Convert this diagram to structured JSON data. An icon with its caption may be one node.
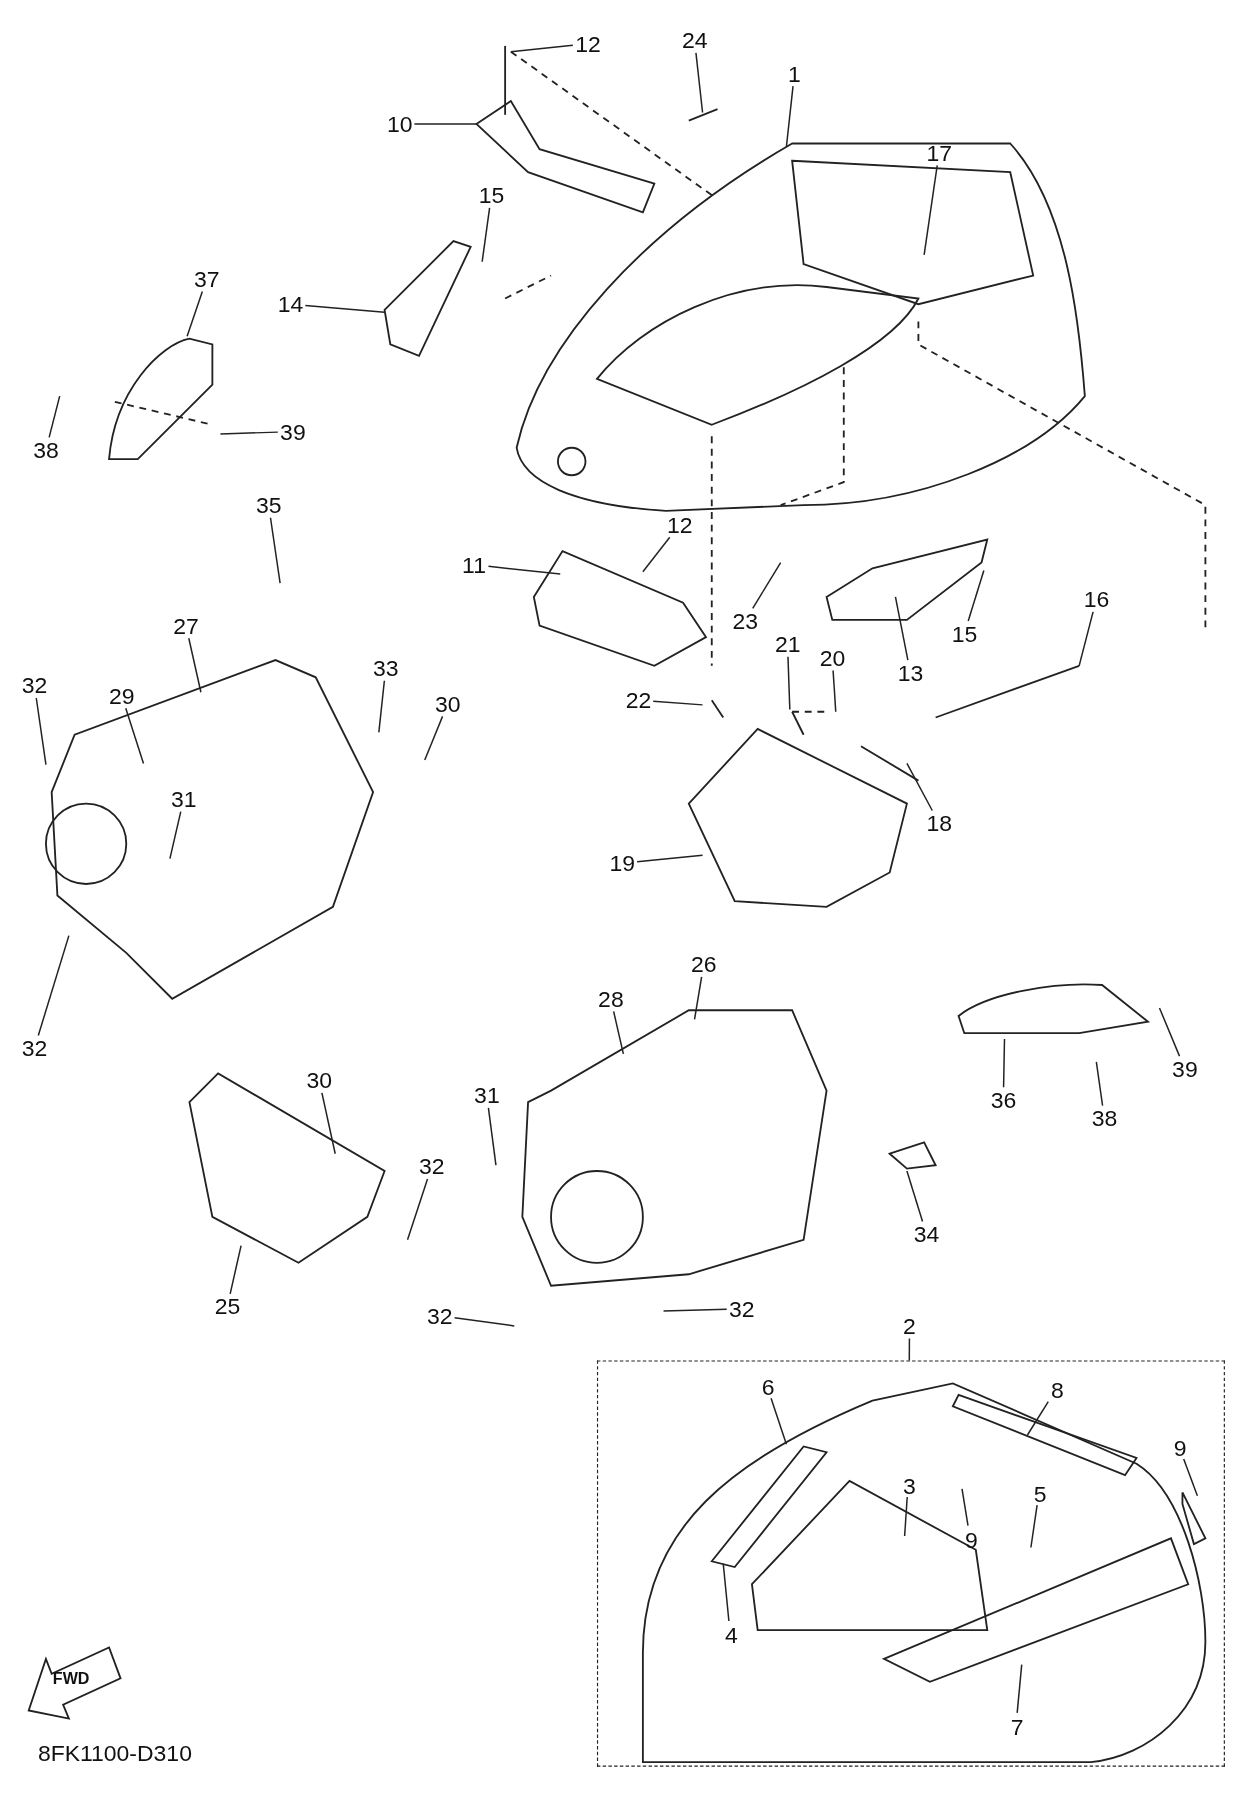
{
  "diagram": {
    "nodes": [
      {
        "text": [
          "12"
        ]
      },
      {
        "text": [
          "24"
        ]
      },
      {
        "text": [
          "1"
        ]
      },
      {
        "text": [
          "10"
        ]
      },
      {
        "text": [
          "17"
        ]
      },
      {
        "text": [
          "15"
        ]
      },
      {
        "text": [
          "37"
        ]
      },
      {
        "text": [
          "14"
        ]
      },
      {
        "text": [
          "39"
        ]
      },
      {
        "text": [
          "38"
        ]
      },
      {
        "text": [
          "35"
        ]
      },
      {
        "text": [
          "12"
        ]
      },
      {
        "text": [
          "11"
        ]
      },
      {
        "text": [
          "16"
        ]
      },
      {
        "text": [
          "23"
        ]
      },
      {
        "text": [
          "27"
        ]
      },
      {
        "text": [
          "15"
        ]
      },
      {
        "text": [
          "21"
        ]
      },
      {
        "text": [
          "20"
        ]
      },
      {
        "text": [
          "33"
        ]
      },
      {
        "text": [
          "13"
        ]
      },
      {
        "text": [
          "32"
        ]
      },
      {
        "text": [
          "29"
        ]
      },
      {
        "text": [
          "22"
        ]
      },
      {
        "text": [
          "30"
        ]
      },
      {
        "text": [
          "31"
        ]
      },
      {
        "text": [
          "18"
        ]
      },
      {
        "text": [
          "19"
        ]
      },
      {
        "text": [
          "26"
        ]
      },
      {
        "text": [
          "28"
        ]
      },
      {
        "text": [
          "32"
        ]
      },
      {
        "text": [
          "39"
        ]
      },
      {
        "text": [
          "30"
        ]
      },
      {
        "text": [
          "31"
        ]
      },
      {
        "text": [
          "36"
        ]
      },
      {
        "text": [
          "38"
        ]
      },
      {
        "text": [
          "32"
        ]
      },
      {
        "text": [
          "34"
        ]
      },
      {
        "text": [
          "25"
        ]
      },
      {
        "text": [
          "32"
        ]
      },
      {
        "text": [
          "32"
        ]
      },
      {
        "text": [
          "2"
        ]
      },
      {
        "text": [],
        "shape": "box"
      },
      {
        "text": [
          "6"
        ],
        "in": 42
      },
      {
        "text": [
          "8"
        ],
        "in": 42
      },
      {
        "text": [
          "9"
        ],
        "in": 42
      },
      {
        "text": [
          "3"
        ],
        "in": 42
      },
      {
        "text": [
          "5"
        ],
        "in": 42
      },
      {
        "text": [
          "9"
        ],
        "in": 42
      },
      {
        "text": [
          "4"
        ],
        "in": 42
      },
      {
        "text": [
          "7"
        ],
        "in": 42
      }
    ],
    "edges": [
      {
        "from": 0,
        "to": null,
        "arrow": "none"
      },
      {
        "from": 1,
        "to": null,
        "arrow": "none"
      },
      {
        "from": 2,
        "to": null,
        "arrow": "none"
      },
      {
        "from": 3,
        "to": null,
        "arrow": "none"
      },
      {
        "from": 4,
        "to": null,
        "arrow": "none"
      },
      {
        "from": 5,
        "to": null,
        "arrow": "none"
      },
      {
        "from": 6,
        "to": null,
        "arrow": "none"
      },
      {
        "from": 7,
        "to": null,
        "arrow": "none"
      },
      {
        "from": 8,
        "to": null,
        "arrow": "none"
      },
      {
        "from": 9,
        "to": null,
        "arrow": "none"
      },
      {
        "from": 10,
        "to": null,
        "arrow": "none"
      },
      {
        "from": 11,
        "to": null,
        "arrow": "none"
      },
      {
        "from": 12,
        "to": null,
        "arrow": "none"
      },
      {
        "from": 13,
        "to": null,
        "arrow": "none"
      },
      {
        "from": 14,
        "to": null,
        "arrow": "none"
      },
      {
        "from": 15,
        "to": null,
        "arrow": "none"
      },
      {
        "from": 16,
        "to": null,
        "arrow": "none"
      },
      {
        "from": 17,
        "to": null,
        "arrow": "none"
      },
      {
        "from": 18,
        "to": null,
        "arrow": "none"
      },
      {
        "from": 19,
        "to": null,
        "arrow": "none"
      },
      {
        "from": 20,
        "to": null,
        "arrow": "none"
      },
      {
        "from": 21,
        "to": null,
        "arrow": "none"
      },
      {
        "from": 22,
        "to": null,
        "arrow": "none"
      },
      {
        "from": 23,
        "to": null,
        "arrow": "none"
      },
      {
        "from": 24,
        "to": null,
        "arrow": "none"
      },
      {
        "from": 25,
        "to": null,
        "arrow": "none"
      },
      {
        "from": 26,
        "to": null,
        "arrow": "none"
      },
      {
        "from": 27,
        "to": null,
        "arrow": "none"
      },
      {
        "from": 28,
        "to": null,
        "arrow": "none"
      },
      {
        "from": 29,
        "to": null,
        "arrow": "none"
      },
      {
        "from": 30,
        "to": null,
        "arrow": "none"
      },
      {
        "from": 31,
        "to": null,
        "arrow": "none"
      },
      {
        "from": 32,
        "to": null,
        "arrow": "none"
      },
      {
        "from": 33,
        "to": null,
        "arrow": "none"
      },
      {
        "from": 34,
        "to": null,
        "arrow": "none"
      },
      {
        "from": 35,
        "to": null,
        "arrow": "none"
      },
      {
        "from": 36,
        "to": null,
        "arrow": "none"
      },
      {
        "from": 37,
        "to": null,
        "arrow": "none"
      },
      {
        "from": 38,
        "to": null,
        "arrow": "none"
      },
      {
        "from": 39,
        "to": null,
        "arrow": "none"
      },
      {
        "from": 40,
        "to": null,
        "arrow": "none"
      },
      {
        "from": 41,
        "to": 42,
        "arrow": "none"
      },
      {
        "from": 43,
        "to": null,
        "arrow": "none"
      },
      {
        "from": 44,
        "to": null,
        "arrow": "none"
      },
      {
        "from": 45,
        "to": null,
        "arrow": "none"
      },
      {
        "from": 46,
        "to": null,
        "arrow": "none"
      },
      {
        "from": 47,
        "to": null,
        "arrow": "none"
      },
      {
        "from": 48,
        "to": null,
        "arrow": "none"
      },
      {
        "from": 49,
        "to": null,
        "arrow": "none"
      },
      {
        "from": 50,
        "to": null,
        "arrow": "none"
      }
    ],
    "labels": [
      "FWD",
      "8FK1100-D310"
    ]
  }
}
